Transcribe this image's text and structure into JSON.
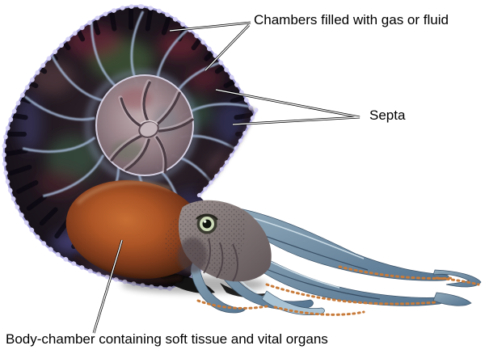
{
  "diagram": {
    "background_color": "#ffffff",
    "text_color": "#000000",
    "labels": {
      "chambers": "Chambers filled with gas or fluid",
      "septa": "Septa",
      "body_chamber": "Body-chamber containing soft tissue and vital organs"
    },
    "callout_style": {
      "outline_color": "#000000",
      "core_color": "#ffffff"
    },
    "illustration_palette": {
      "shell_base": "#18121a",
      "shell_rim_highlight": "#d6d2f7",
      "iridescent_green": "#47713f",
      "iridescent_red": "#7d2838",
      "iridescent_blue": "#3c3f7e",
      "inner_whorl": "#a08a90",
      "body_chamber_orange": "#ad5526",
      "head_gray": "#8d8282",
      "tentacle_blue": "#6f8ba0",
      "sucker_orange": "#c87b3a",
      "eye_iris": "#cfdcb9"
    }
  }
}
